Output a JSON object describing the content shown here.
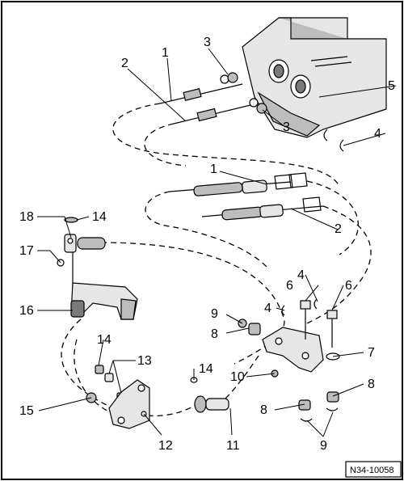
{
  "diagram": {
    "figure_code": "N34-10058",
    "callouts": [
      {
        "id": "c1a",
        "text": "1"
      },
      {
        "id": "c2a",
        "text": "2"
      },
      {
        "id": "c3a",
        "text": "3"
      },
      {
        "id": "c5",
        "text": "5"
      },
      {
        "id": "c3b",
        "text": "3"
      },
      {
        "id": "c4a",
        "text": "4"
      },
      {
        "id": "c1b",
        "text": "1"
      },
      {
        "id": "c2b",
        "text": "2"
      },
      {
        "id": "c18",
        "text": "18"
      },
      {
        "id": "c14a",
        "text": "14"
      },
      {
        "id": "c17",
        "text": "17"
      },
      {
        "id": "c16",
        "text": "16"
      },
      {
        "id": "c4b",
        "text": "4"
      },
      {
        "id": "c6a",
        "text": "6"
      },
      {
        "id": "c6b",
        "text": "6"
      },
      {
        "id": "c4c",
        "text": "4"
      },
      {
        "id": "c9a",
        "text": "9"
      },
      {
        "id": "c8a",
        "text": "8"
      },
      {
        "id": "c7",
        "text": "7"
      },
      {
        "id": "c14b",
        "text": "14"
      },
      {
        "id": "c13",
        "text": "13"
      },
      {
        "id": "c14c",
        "text": "14"
      },
      {
        "id": "c10",
        "text": "10"
      },
      {
        "id": "c8b",
        "text": "8"
      },
      {
        "id": "c8c",
        "text": "8"
      },
      {
        "id": "c15",
        "text": "15"
      },
      {
        "id": "c12",
        "text": "12"
      },
      {
        "id": "c11",
        "text": "11"
      },
      {
        "id": "c9b",
        "text": "9"
      }
    ]
  }
}
